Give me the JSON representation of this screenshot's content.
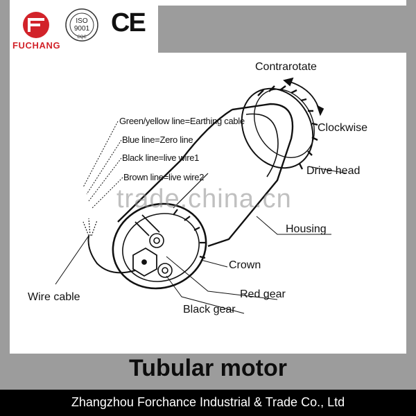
{
  "header": {
    "brand": "FUCHANG",
    "iso_text": "ISO",
    "iso_number": "9001",
    "iso_sub": "CQC",
    "ce_mark": "CE"
  },
  "labels": {
    "contrarotate": "Contrarotate",
    "clockwise": "Clockwise",
    "drive_head": "Drive head",
    "housing": "Housing",
    "crown": "Crown",
    "red_gear": "Red gear",
    "black_gear": "Black gear",
    "wire_cable": "Wire cable",
    "green_yellow": "Green/yellow line=Earthing cable",
    "blue_line": "Blue line=Zero line",
    "black_line": "Black line=live wire1",
    "brown_line": "Brown line=live wire2"
  },
  "watermark": "trade.china.cn",
  "title": "Tubular motor",
  "footer": "Zhangzhou Forchance Industrial & Trade Co., Ltd",
  "colors": {
    "brand_red": "#d2232a",
    "frame_gray": "#9c9c9c",
    "footer_bg": "#000000"
  }
}
